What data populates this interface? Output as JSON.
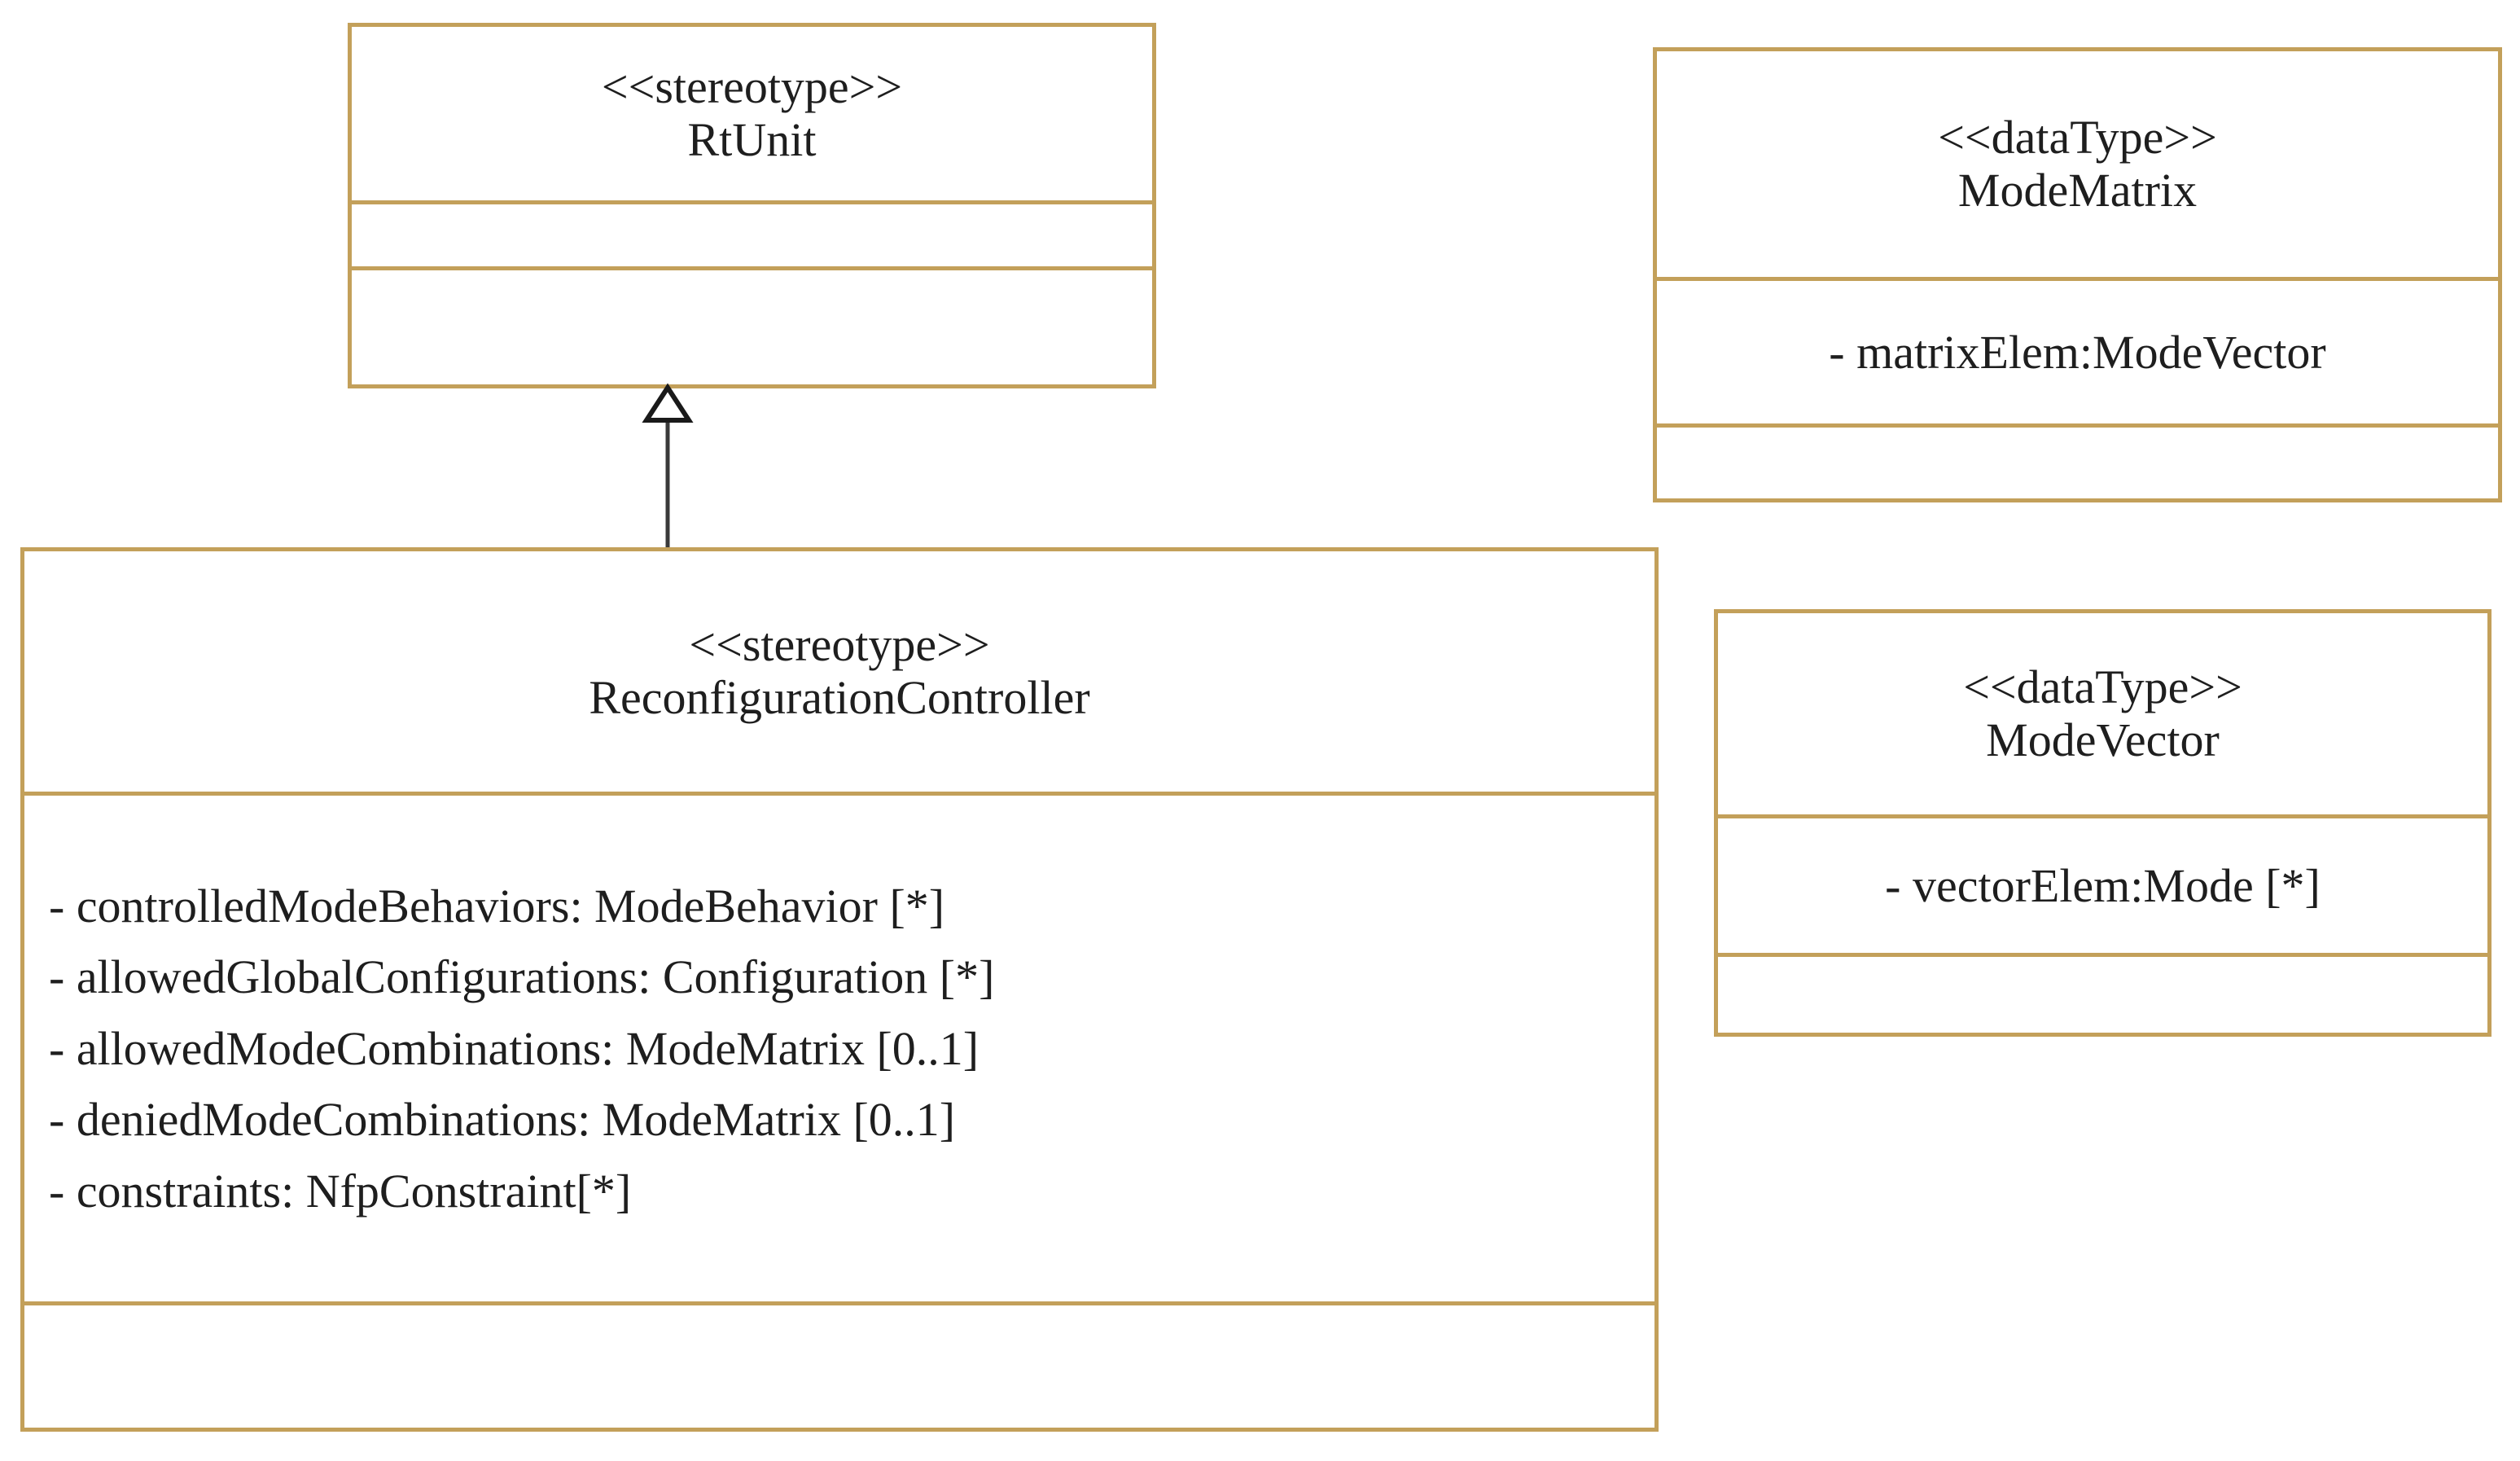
{
  "diagram": {
    "type": "uml-class-diagram",
    "background_color": "#ffffff",
    "border_color": "#c3a05a",
    "text_color": "#1e1e1e",
    "connector_color": "#3a3a3a"
  },
  "classes": {
    "rtunit": {
      "stereotype": "<<stereotype>>",
      "name": "RtUnit",
      "attributes": [],
      "operations": []
    },
    "controller": {
      "stereotype": "<<stereotype>>",
      "name": "ReconfigurationController",
      "attributes": [
        "- controlledModeBehaviors: ModeBehavior [*]",
        "- allowedGlobalConfigurations: Configuration [*]",
        "- allowedModeCombinations: ModeMatrix [0..1]",
        "- deniedModeCombinations: ModeMatrix [0..1]",
        "- constraints: NfpConstraint[*]"
      ],
      "operations": []
    },
    "modematrix": {
      "stereotype": "<<dataType>>",
      "name": "ModeMatrix",
      "attributes": [
        "- matrixElem:ModeVector"
      ],
      "operations": []
    },
    "modevector": {
      "stereotype": "<<dataType>>",
      "name": "ModeVector",
      "attributes": [
        "- vectorElem:Mode [*]"
      ],
      "operations": []
    }
  },
  "relationships": [
    {
      "kind": "generalization",
      "source": "controller",
      "target": "rtunit",
      "arrow": "hollow-triangle"
    }
  ]
}
